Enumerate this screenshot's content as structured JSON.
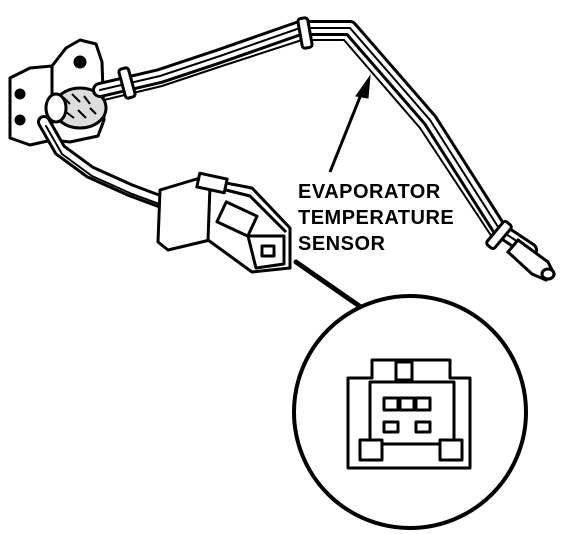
{
  "callout": {
    "line1": "EVAPORATOR",
    "line2": "TEMPERATURE",
    "line3": "SENSOR"
  },
  "colors": {
    "ink": "#000000",
    "paper": "#ffffff"
  }
}
